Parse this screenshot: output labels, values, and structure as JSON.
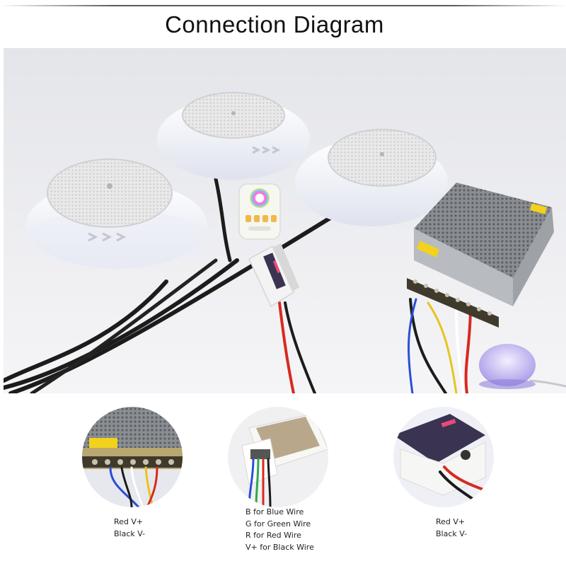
{
  "title": "Connection Diagram",
  "captions": {
    "left": [
      "Red V+",
      "Black V-"
    ],
    "middle": [
      "B for Blue Wire",
      "G for Green Wire",
      "R for Red Wire",
      "V+ for Black Wire"
    ],
    "right": [
      "Red V+",
      "Black V-"
    ]
  },
  "colors": {
    "wire_red": "#d62a1f",
    "wire_black": "#1c1c1c",
    "wire_blue": "#2a4fd6",
    "wire_yellow": "#e6c51e",
    "light_body": "#f2f3f8",
    "psu_metal": "#b8bcc0"
  }
}
